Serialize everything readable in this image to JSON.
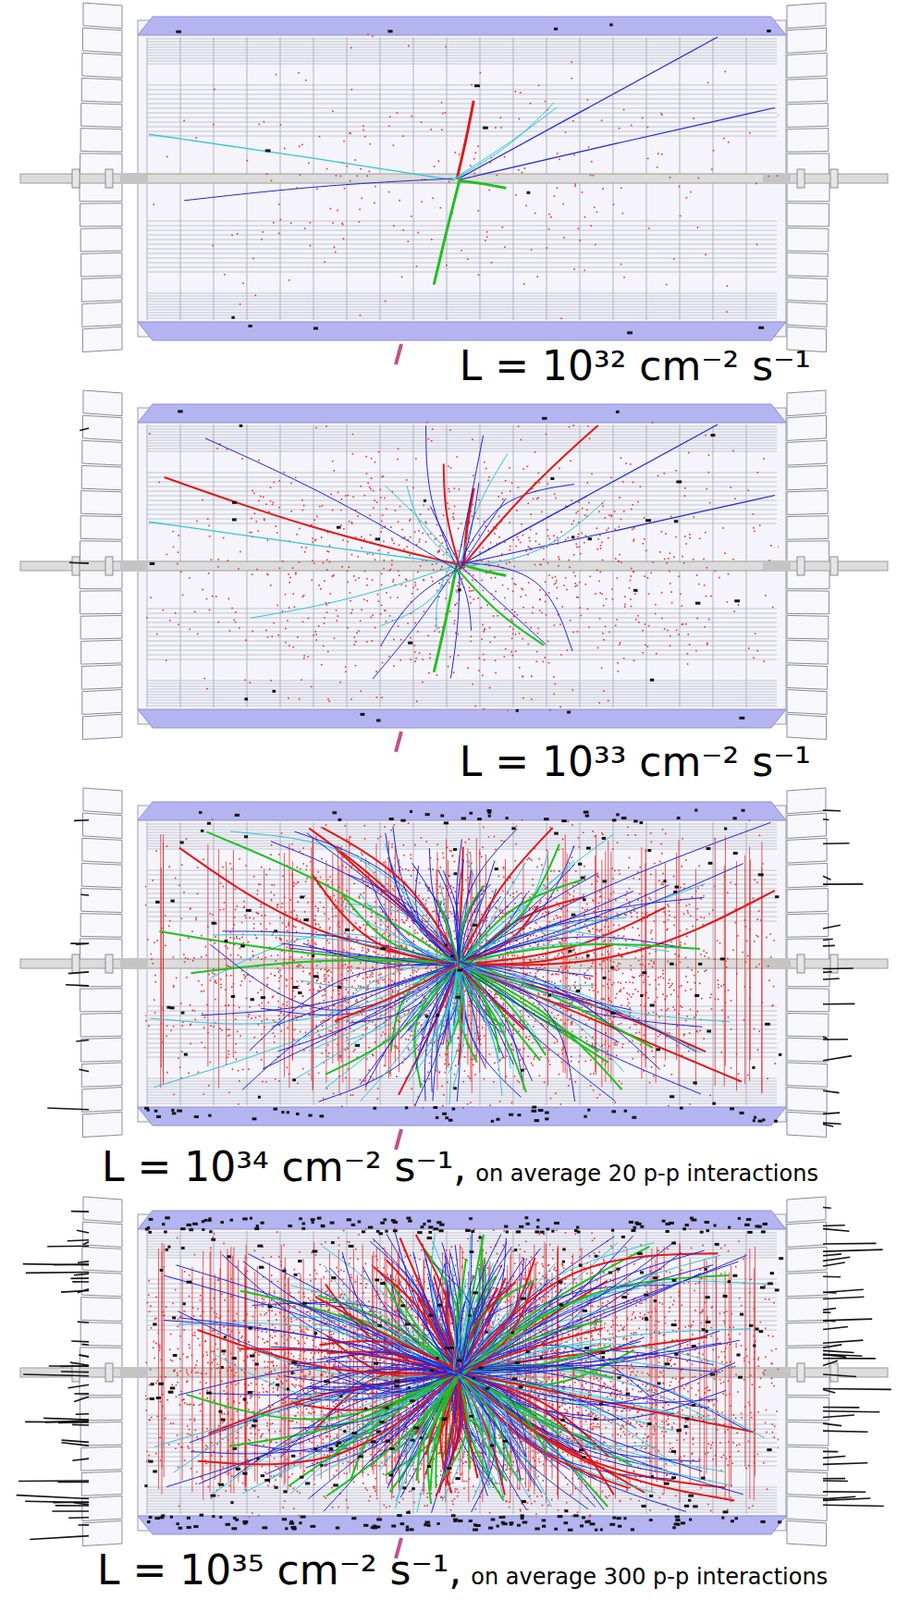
{
  "diagram": {
    "labels": [
      "L = 10³² cm⁻² s⁻¹",
      "L = 10³³ cm⁻² s⁻¹",
      "L = 10³⁴ cm⁻² s⁻¹,",
      "on average 20 p-p interactions",
      "L = 10³⁵ cm⁻² s⁻¹,",
      "on average 300 p-p interactions"
    ]
  }
}
